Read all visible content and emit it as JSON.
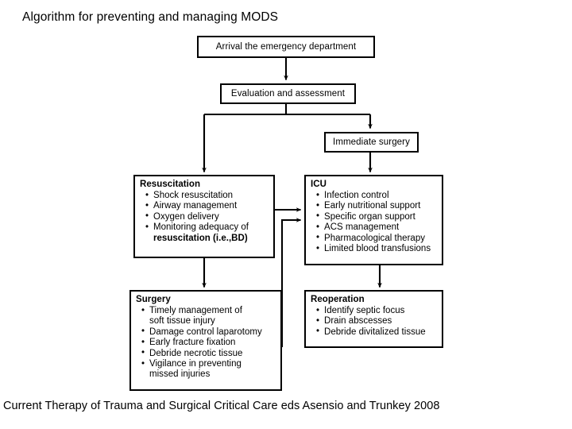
{
  "slide": {
    "title": "Algorithm for preventing and managing MODS",
    "caption": "Current Therapy of Trauma and Surgical Critical Care  eds Asensio and Trunkey 2008",
    "background_color": "#ffffff",
    "line_color": "#000000",
    "text_color": "#000000"
  },
  "flowchart": {
    "type": "flowchart",
    "nodes": {
      "arrival": {
        "label": "Arrival the emergency department"
      },
      "evaluation": {
        "label": "Evaluation and assessment"
      },
      "immediate_surgery": {
        "label": "Immediate surgery"
      },
      "resuscitation": {
        "heading": "Resuscitation",
        "items": [
          "Shock resuscitation",
          "Airway management",
          "Oxygen delivery",
          "Monitoring adequacy of",
          "resuscitation (i.e.,BD)"
        ]
      },
      "icu": {
        "heading": "ICU",
        "items": [
          "Infection control",
          "Early nutritional support",
          "Specific organ support",
          "ACS management",
          "Pharmacological therapy",
          "Limited blood transfusions"
        ]
      },
      "surgery": {
        "heading": "Surgery",
        "items": [
          "Timely management of",
          "soft tissue injury",
          "Damage control laparotomy",
          "Early fracture fixation",
          "Debride necrotic tissue",
          "Vigilance in preventing",
          "missed injuries"
        ]
      },
      "reoperation": {
        "heading": "Reoperation",
        "items": [
          "Identify septic focus",
          "Drain abscesses",
          "Debride divitalized tissue"
        ]
      }
    },
    "edges": [
      {
        "from": "arrival",
        "to": "evaluation"
      },
      {
        "from": "evaluation",
        "to": "resuscitation"
      },
      {
        "from": "evaluation",
        "to": "immediate_surgery"
      },
      {
        "from": "immediate_surgery",
        "to": "icu"
      },
      {
        "from": "resuscitation",
        "to": "icu"
      },
      {
        "from": "resuscitation",
        "to": "surgery"
      },
      {
        "from": "surgery",
        "to": "icu"
      },
      {
        "from": "icu",
        "to": "reoperation"
      }
    ]
  }
}
